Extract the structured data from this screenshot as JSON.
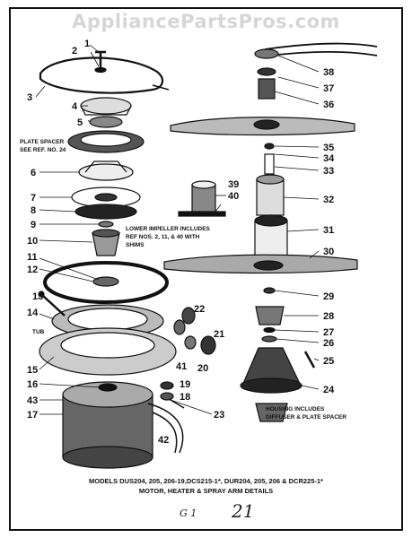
{
  "watermark": "AppliancePartsPros.com",
  "notes": {
    "plate_spacer": [
      "PLATE SPACER",
      "SEE REF. NO. 24"
    ],
    "lower_impeller": [
      "LOWER IMPELLER INCLUDES",
      "REF NOS. 2, 11, & 40 WITH",
      "SHIMS"
    ],
    "tub": "TUB",
    "housing": [
      "HOUSING INCLUDES",
      "DIFFUSER & PLATE SPACER"
    ]
  },
  "callouts": [
    "1",
    "2",
    "3",
    "4",
    "5",
    "6",
    "7",
    "8",
    "9",
    "10",
    "11",
    "12",
    "13",
    "14",
    "15",
    "16",
    "17",
    "18",
    "19",
    "20",
    "21",
    "22",
    "23",
    "24",
    "25",
    "26",
    "27",
    "28",
    "29",
    "30",
    "31",
    "32",
    "33",
    "34",
    "35",
    "36",
    "37",
    "38",
    "39",
    "40",
    "41",
    "42",
    "43"
  ],
  "caption": {
    "line1": "MODELS DUS204, 205, 206-19,DCS215-1*, DUR204, 205, 206 & DCR225-1*",
    "line2": "MOTOR, HEATER & SPRAY ARM DETAILS"
  },
  "handwriting": {
    "page": "G 1",
    "mark": "21"
  }
}
